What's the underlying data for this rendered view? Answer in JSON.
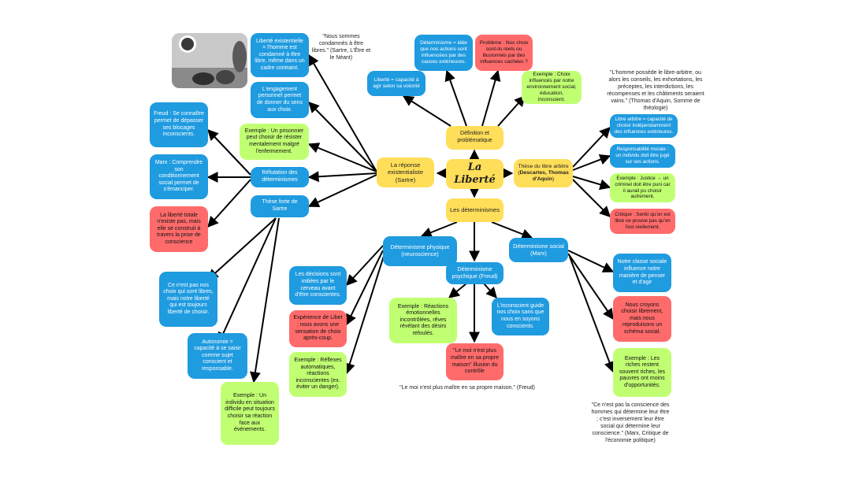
{
  "center": "La Liberté",
  "definition": {
    "title": "Définition et problématique",
    "liberte": "Liberté = capacité à agir selon sa volonté",
    "determinisme": "Déterminisme = idée que nos actions sont influencées par des causes extérieures.",
    "probleme": "Problème : Nos choix sont-ils réels ou illusionnés par des influences cachées ?",
    "exemple": "Exemple : Choix influencés par notre environnement social, éducation, inconscient."
  },
  "existentialiste": {
    "title": "La réponse existentialiste (Sartre)",
    "condamne": "Liberté existentielle = l'homme est condamné à être libre, même dans un cadre contraint.",
    "engagement": "L'engagement personnel permet de donner du sens aux choix.",
    "prisonnier": "Exemple : Un prisonnier peut choisir de résister mentalement malgré l'enfermement.",
    "refutation": "Réfutation des déterminismes",
    "freud": "Freud : Se connaître permet de dépasser ses blocages inconscients.",
    "marx": "Marx : Comprendre son conditionnement social permet de s'émanciper.",
    "construite": "La liberté totale n'existe pas, mais elle se construit à travers la prise de conscience",
    "these_forte": "Thèse forte de Sartre",
    "nos_choix": "Ce n'est pas nos choix qui sont libres, mais notre liberté qui est toujours liberté de choisir.",
    "autonomie": "Autonomie = capacité à se saisir comme sujet conscient et responsable.",
    "individu": "Exemple : Un individu en situation difficile peut toujours choisir sa réaction face aux événements.",
    "quote": "\"Nous sommes condamnés à être libres.\" (Sartre, L'Être et le Néant)"
  },
  "libre_arbitre": {
    "title_pre": "Thèse du libre arbitre (",
    "title_bold": "Descartes, Thomas d'Aquin",
    "title_post": ")",
    "capacite": "Libre arbitre = capacité de choisir indépendamment des influences extérieures.",
    "responsabilite": "Responsabilité morale : un individu doit être jugé sur ses actions.",
    "justice": "Exemple : Justice → un criminel doit être puni car il aurait pu choisir autrement.",
    "critique": "Critique : Sentir qu'on est libre ne prouve pas qu'on l'est réellement.",
    "quote": "\"L'homme possède le libre-arbitre, ou alors les conseils, les exhortations, les préceptes, les interdictions, les récompenses et les châtiments seraient vains.\" (Thomas d'Aquin, Somme de théologie)"
  },
  "determinismes": {
    "title": "Les déterminismes",
    "physique": "Déterminisme physique (neuroscience)",
    "decisions": "Les décisions sont initiées par le cerveau avant d'être conscientes.",
    "libet": "Expérience de Libet : nous avons une sensation de choix après-coup.",
    "reflexes": "Exemple : Réflexes automatiques, réactions inconscientes (ex. éviter un danger).",
    "psychique": "Déterminisme psychique (Freud)",
    "reactions": "Exemple : Réactions émotionnelles incontrôlées, rêves révélant des désirs refoulés.",
    "moi": "\"Le moi n'est plus maître en sa propre maison\" illusion du contrôle",
    "inconscient": "L'inconscient guide nos choix sans que nous en soyons conscients.",
    "freud_quote": "\"Le moi n'est plus maître en sa propre maison.\" (Freud)",
    "social": "Déterminisme social (Marx)",
    "classe": "Notre classe sociale influence notre manière de penser et d'agir",
    "croyons": "Nous croyons choisir librement, mais nous reproduisons un schéma social.",
    "riches": "Exemple : Les riches restent souvent riches, les pauvres ont moins d'opportunités.",
    "marx_quote": "\"Ce n'est pas la conscience des hommes qui détermine leur être ; c'est inversement leur être social qui détermine leur conscience.\" (Marx, Critique de l'économie politique)"
  },
  "colors": {
    "blue": "#1f9be0",
    "yellow": "#ffde59",
    "green": "#c1ff72",
    "red": "#ff6b6b"
  },
  "icons": {
    "photo": "sartre-photo"
  }
}
